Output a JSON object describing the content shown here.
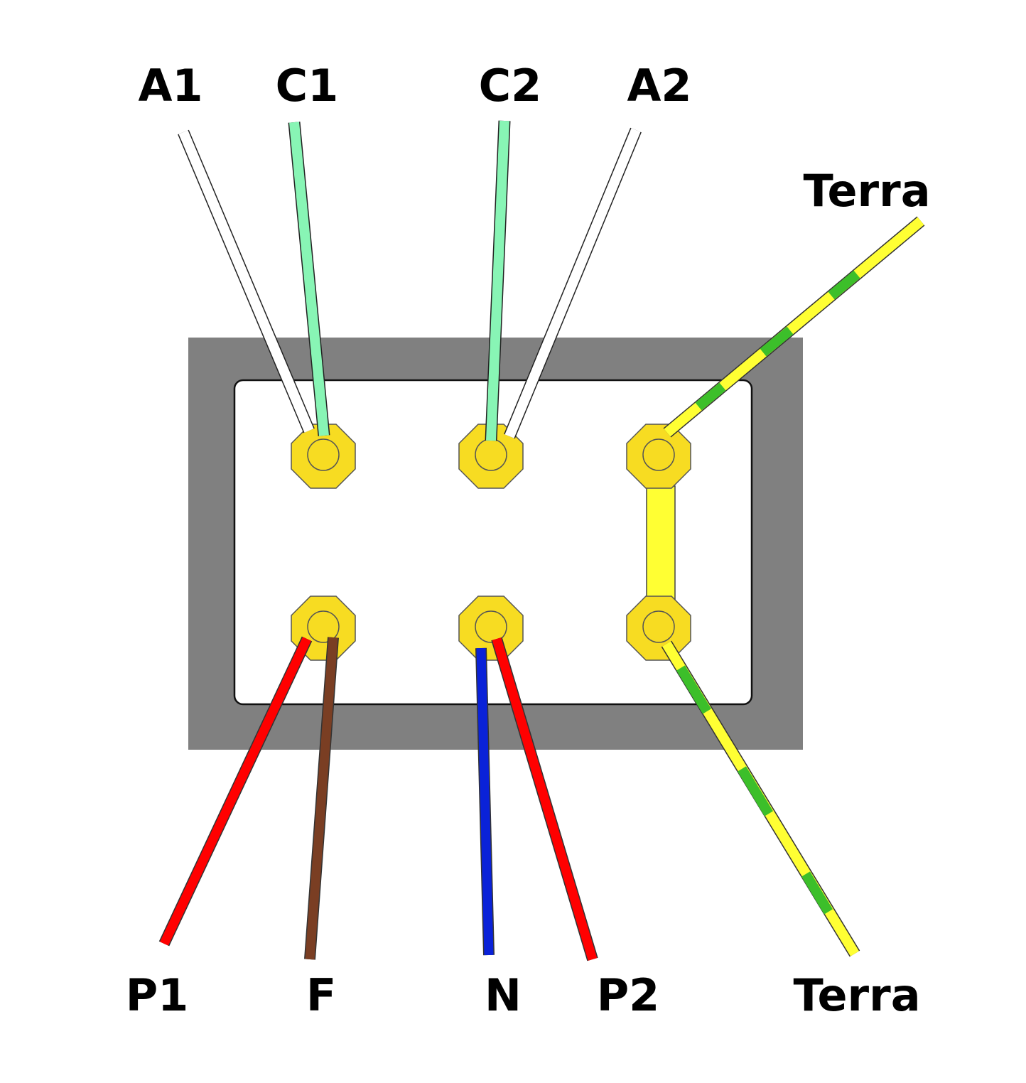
{
  "labels": {
    "top": {
      "a1": "A1",
      "c1": "C1",
      "c2": "C2",
      "a2": "A2",
      "terra": "Terra"
    },
    "bottom": {
      "p1": "P1",
      "f": "F",
      "n": "N",
      "p2": "P2",
      "terra": "Terra"
    }
  },
  "colors": {
    "housing": "#808080",
    "panel": "#ffffff",
    "terminal": "#f7dc22",
    "bridge": "#ffff33",
    "wire_a": "#ffffff",
    "wire_c": "#88f5b5",
    "wire_p": "#ff0000",
    "wire_f": "#7a3e23",
    "wire_n": "#0a22d8",
    "earth_yellow": "#ffff33",
    "earth_green": "#3cbf2a",
    "text": "#000000"
  }
}
